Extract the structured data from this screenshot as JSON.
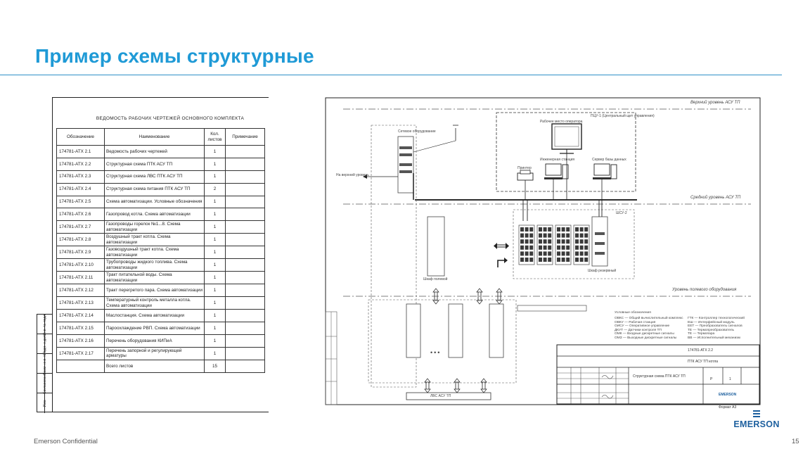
{
  "slide": {
    "title": "Пример схемы структурные",
    "footer": "Emerson Confidential",
    "page_number": "15",
    "logo": "EMERSON",
    "accent_color": "#1f9ad6"
  },
  "register": {
    "heading": "ВЕДОМОСТЬ РАБОЧИХ ЧЕРТЕЖЕЙ ОСНОВНОГО КОМПЛЕКТА",
    "columns": [
      "Обозначение",
      "Наименование",
      "Кол. листов",
      "Примечание"
    ],
    "rows": [
      {
        "code": "174781-АТХ 2.1",
        "name": "Ведомость рабочих чертежей",
        "qty": "1"
      },
      {
        "code": "174781-АТХ 2.2",
        "name": "Структурная схема ПТК АСУ ТП",
        "qty": "1"
      },
      {
        "code": "174781-АТХ 2.3",
        "name": "Структурная схема ЛВС ПТК АСУ ТП",
        "qty": "1"
      },
      {
        "code": "174781-АТХ 2.4",
        "name": "Структурная схема питания ПТК АСУ ТП",
        "qty": "2"
      },
      {
        "code": "174781-АТХ 2.5",
        "name": "Схема автоматизации. Условные обозначения",
        "qty": "1"
      },
      {
        "code": "174781-АТХ 2.6",
        "name": "Газопровод котла. Схема автоматизации",
        "qty": "1"
      },
      {
        "code": "174781-АТХ 2.7",
        "name": "Газопроводы горелок №1...8. Схема автоматизации",
        "qty": "1"
      },
      {
        "code": "174781-АТХ 2.8",
        "name": "Воздушный тракт котла. Схема автоматизации",
        "qty": "1"
      },
      {
        "code": "174781-АТХ 2.9",
        "name": "Газовоздушный тракт котла. Схема автоматизации",
        "qty": "1"
      },
      {
        "code": "174781-АТХ 2.10",
        "name": "Трубопроводы жидкого топлива. Схема автоматизации",
        "qty": "1"
      },
      {
        "code": "174781-АТХ 2.11",
        "name": "Тракт питательной воды. Схема автоматизации",
        "qty": "1"
      },
      {
        "code": "174781-АТХ 2.12",
        "name": "Тракт перегретого пара. Схема автоматизации",
        "qty": "1"
      },
      {
        "code": "174781-АТХ 2.13",
        "name": "Температурный контроль металла котла. Схема автоматизации",
        "qty": "1"
      },
      {
        "code": "174781-АТХ 2.14",
        "name": "Маслостанция. Схема автоматизации",
        "qty": "1"
      },
      {
        "code": "174781-АТХ 2.15",
        "name": "Пароохлаждение РВП. Схема автоматизации",
        "qty": "1"
      },
      {
        "code": "174781-АТХ 2.16",
        "name": "Перечень оборудования КИПиА",
        "qty": "1"
      },
      {
        "code": "174781-АТХ 2.17",
        "name": "Перечень запорной и регулирующей арматуры",
        "qty": "1"
      },
      {
        "code": "",
        "name": "Всего листов",
        "qty": "15"
      }
    ],
    "side_strip": [
      "Инв. № подл.",
      "Подп. и дата",
      "Взам. инв. №",
      "Согласовано",
      "Изм."
    ]
  },
  "scheme": {
    "levels": {
      "top": "Верхний уровень АСУ ТП",
      "middle": "Средний уровень АСУ ТП",
      "bottom": "Уровень полевого оборудования"
    },
    "panels": {
      "control_room": "ПЦУ-1 (Центральный щит управления)",
      "cabinet": "ШСУ-2",
      "ops_station": "Рабочее место оператора",
      "eng_station": "Инженерная станция",
      "printer": "Принтер",
      "server": "Сервер базы данных",
      "to_upper": "На верхний уровень",
      "network_box": "Сетевое оборудование",
      "field_rack": "Шкаф полевой",
      "reserved_io": "Шкаф резервный"
    },
    "legend_title": "Условные обозначения",
    "legend_left": [
      "ОВКС — Общий вычислительный комплекс",
      "ОВКУ — Рабочая станция",
      "ОИСУ — Оперативное управление",
      "ДКУТ — Датчики контроля ТП",
      "ОМК — Входные дискретные сигналы",
      "ОМЗ — Выходные дискретные сигналы"
    ],
    "legend_right": [
      "ГТК — Контроллер технологический",
      "ЕШ — Интерфейсный модуль",
      "ЕЕТ — Преобразователь сигналов",
      "ТЕ — Термопреобразователь",
      "ТЕ — Термопара",
      "ВВ — Исполнительный механизм"
    ],
    "title_block": {
      "code": "174781-АТХ 2.2",
      "object": "ПТК АСУ ТП котла",
      "description": "Структурная схема ПТК АСУ ТП",
      "stage": "Р",
      "sheet": "1",
      "company": "EMERSON",
      "format": "Формат А3"
    },
    "bottom_bus": "ЛВС АСУ ТП",
    "ellipsis": "•••"
  },
  "icons": [
    "emerson-logo-icon",
    "arrow-both-icon",
    "arrow-turn-icon"
  ]
}
